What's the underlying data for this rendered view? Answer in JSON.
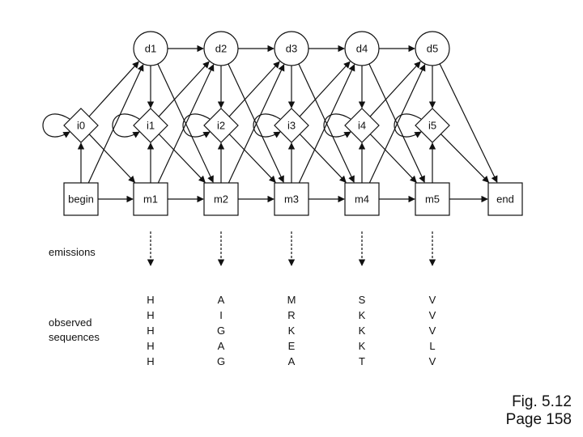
{
  "nodes": {
    "delete": [
      "d1",
      "d2",
      "d3",
      "d4",
      "d5"
    ],
    "insert": [
      "i0",
      "i1",
      "i2",
      "i3",
      "i4",
      "i5"
    ],
    "match": [
      "m1",
      "m2",
      "m3",
      "m4",
      "m5"
    ],
    "begin": "begin",
    "end": "end"
  },
  "labels": {
    "emissions": "emissions",
    "observed_line1": "observed",
    "observed_line2": "sequences"
  },
  "sequences": [
    [
      "H",
      "H",
      "H",
      "H",
      "H"
    ],
    [
      "A",
      "I",
      "G",
      "A",
      "G"
    ],
    [
      "M",
      "R",
      "K",
      "E",
      "A"
    ],
    [
      "S",
      "K",
      "K",
      "K",
      "T"
    ],
    [
      "V",
      "V",
      "V",
      "L",
      "V"
    ]
  ],
  "caption": {
    "line1": "Fig. 5.12",
    "line2": "Page 158"
  }
}
